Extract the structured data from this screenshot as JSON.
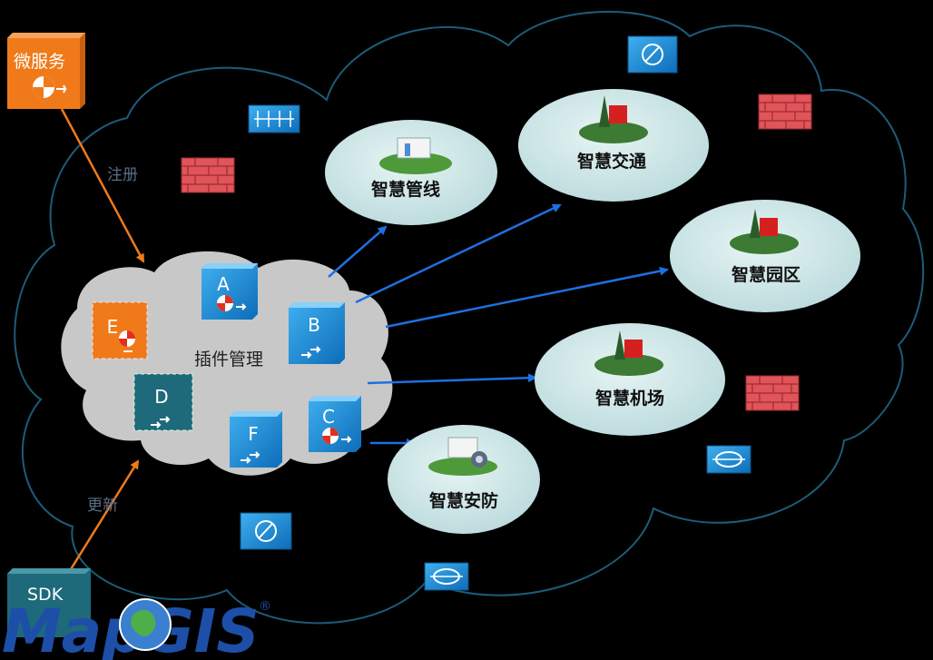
{
  "labels": {
    "microservice": "微服务",
    "register": "注册",
    "plugin_management": "插件管理",
    "update": "更新",
    "sdk": "SDK",
    "logo": "MapGIS",
    "registered_mark": "®"
  },
  "plugins": [
    "A",
    "B",
    "C",
    "D",
    "E",
    "F"
  ],
  "apps": {
    "pipeline": "智慧管线",
    "traffic": "智慧交通",
    "park": "智慧园区",
    "airport": "智慧机场",
    "security": "智慧安防"
  },
  "colors": {
    "background": "#000000",
    "cloud_outline": "#1c5c78",
    "inner_cloud": "#c8c8c8",
    "app_ellipse": "#cfe6e8",
    "arrow_blue": "#1f6fe0",
    "arrow_orange": "#f07a1a",
    "plugin_blue": "#1a8ad6",
    "plugin_orange": "#f07a1a",
    "plugin_teal": "#1e6a7a",
    "firewall_red": "#e0545a",
    "logo_blue": "#1d4fa8"
  }
}
